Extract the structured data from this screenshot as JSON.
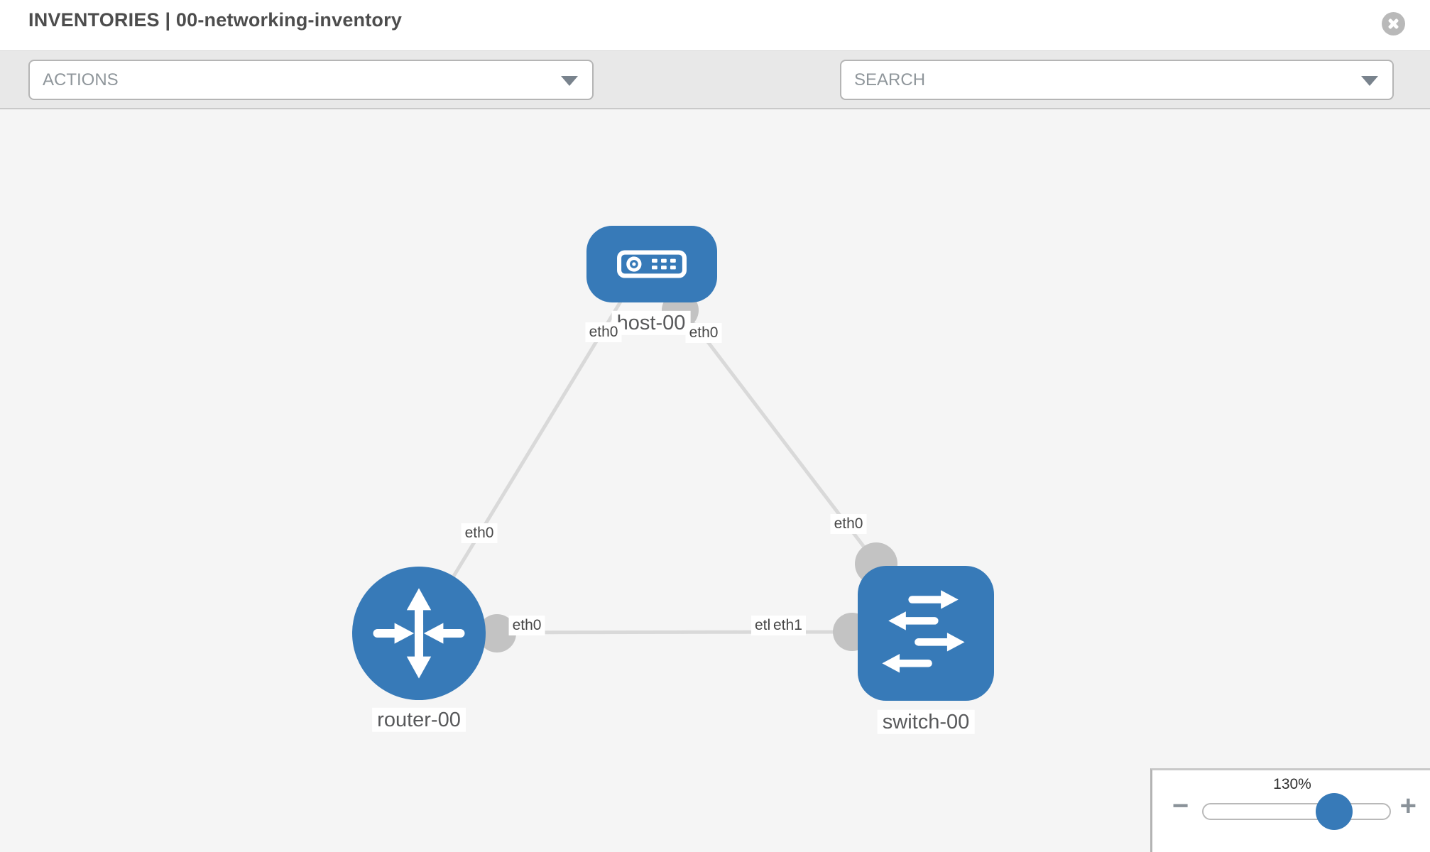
{
  "header": {
    "title": "INVENTORIES | 00-networking-inventory"
  },
  "toolbar": {
    "actions_placeholder": "ACTIONS",
    "search_placeholder": "SEARCH",
    "tools": [
      "wrench",
      "key"
    ]
  },
  "topology": {
    "nodes": [
      {
        "id": "host-00",
        "label": "host-00",
        "type": "host",
        "shape": "rounded-rect"
      },
      {
        "id": "router-00",
        "label": "router-00",
        "type": "router",
        "shape": "circle"
      },
      {
        "id": "switch-00",
        "label": "switch-00",
        "type": "switch",
        "shape": "rounded-square"
      }
    ],
    "edges": [
      {
        "from": "host-00",
        "from_interface": "eth0",
        "to": "router-00",
        "to_interface": "eth0"
      },
      {
        "from": "host-00",
        "from_interface": "eth0",
        "to": "switch-00",
        "to_interface": "eth0"
      },
      {
        "from": "router-00",
        "from_interface": "eth0",
        "to": "switch-00",
        "to_interface": "eth1"
      }
    ],
    "interface_labels": {
      "host_left": "eth0",
      "host_right": "eth0",
      "router_top": "eth0",
      "switch_top": "eth0",
      "link_router_side": "eth0",
      "link_switch_side_under": "eth0",
      "link_switch_side_over": "eth1"
    }
  },
  "zoom_control": {
    "value_label": "130%",
    "percent": 130,
    "minus_label": "−",
    "plus_label": "+"
  },
  "colors": {
    "node_fill": "#377ab8",
    "edge": "#d9d9d9",
    "connector": "#c3c3c3",
    "canvas_bg": "#f5f5f5",
    "toolbar_bg": "#e8e8e8"
  }
}
